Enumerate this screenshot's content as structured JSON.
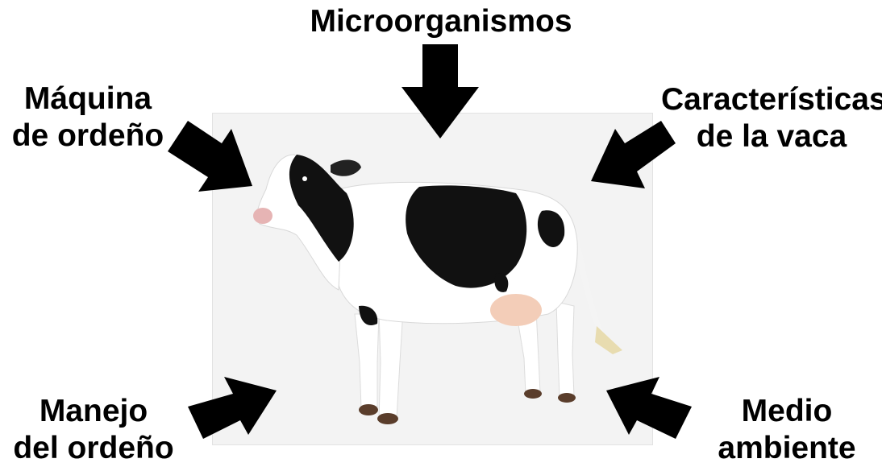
{
  "diagram": {
    "factors": {
      "top": "Microorganismos",
      "top_left": [
        "Máquina",
        "de ordeño"
      ],
      "top_right": [
        "Características",
        "de la vaca"
      ],
      "bottom_left": [
        "Manejo",
        "del ordeño"
      ],
      "bottom_right": [
        "Medio",
        "ambiente"
      ]
    },
    "colors": {
      "arrow": "#000000",
      "photo_background": "#f3f3f3"
    },
    "center_image": "cow-photo"
  }
}
